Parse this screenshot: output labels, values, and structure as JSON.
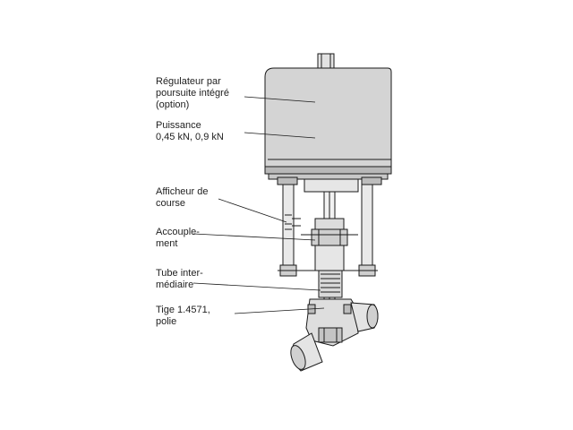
{
  "labels": {
    "regulator": {
      "lines": [
        "Régulateur par",
        "poursuite intégré",
        "(option)"
      ]
    },
    "power": {
      "lines": [
        "Puissance",
        "0,45 kN, 0,9 kN"
      ]
    },
    "stroke": {
      "lines": [
        "Afficheur de",
        "course"
      ]
    },
    "coupling": {
      "lines": [
        "Accouple-",
        "ment"
      ]
    },
    "tube": {
      "lines": [
        "Tube inter-",
        "médiaire"
      ]
    },
    "stem": {
      "lines": [
        "Tige 1.4571,",
        "polie"
      ]
    }
  },
  "colors": {
    "line": "#1a1a1a",
    "housing": "#d4d4d4",
    "shadow": "#9a9a9a",
    "text": "#222222"
  }
}
